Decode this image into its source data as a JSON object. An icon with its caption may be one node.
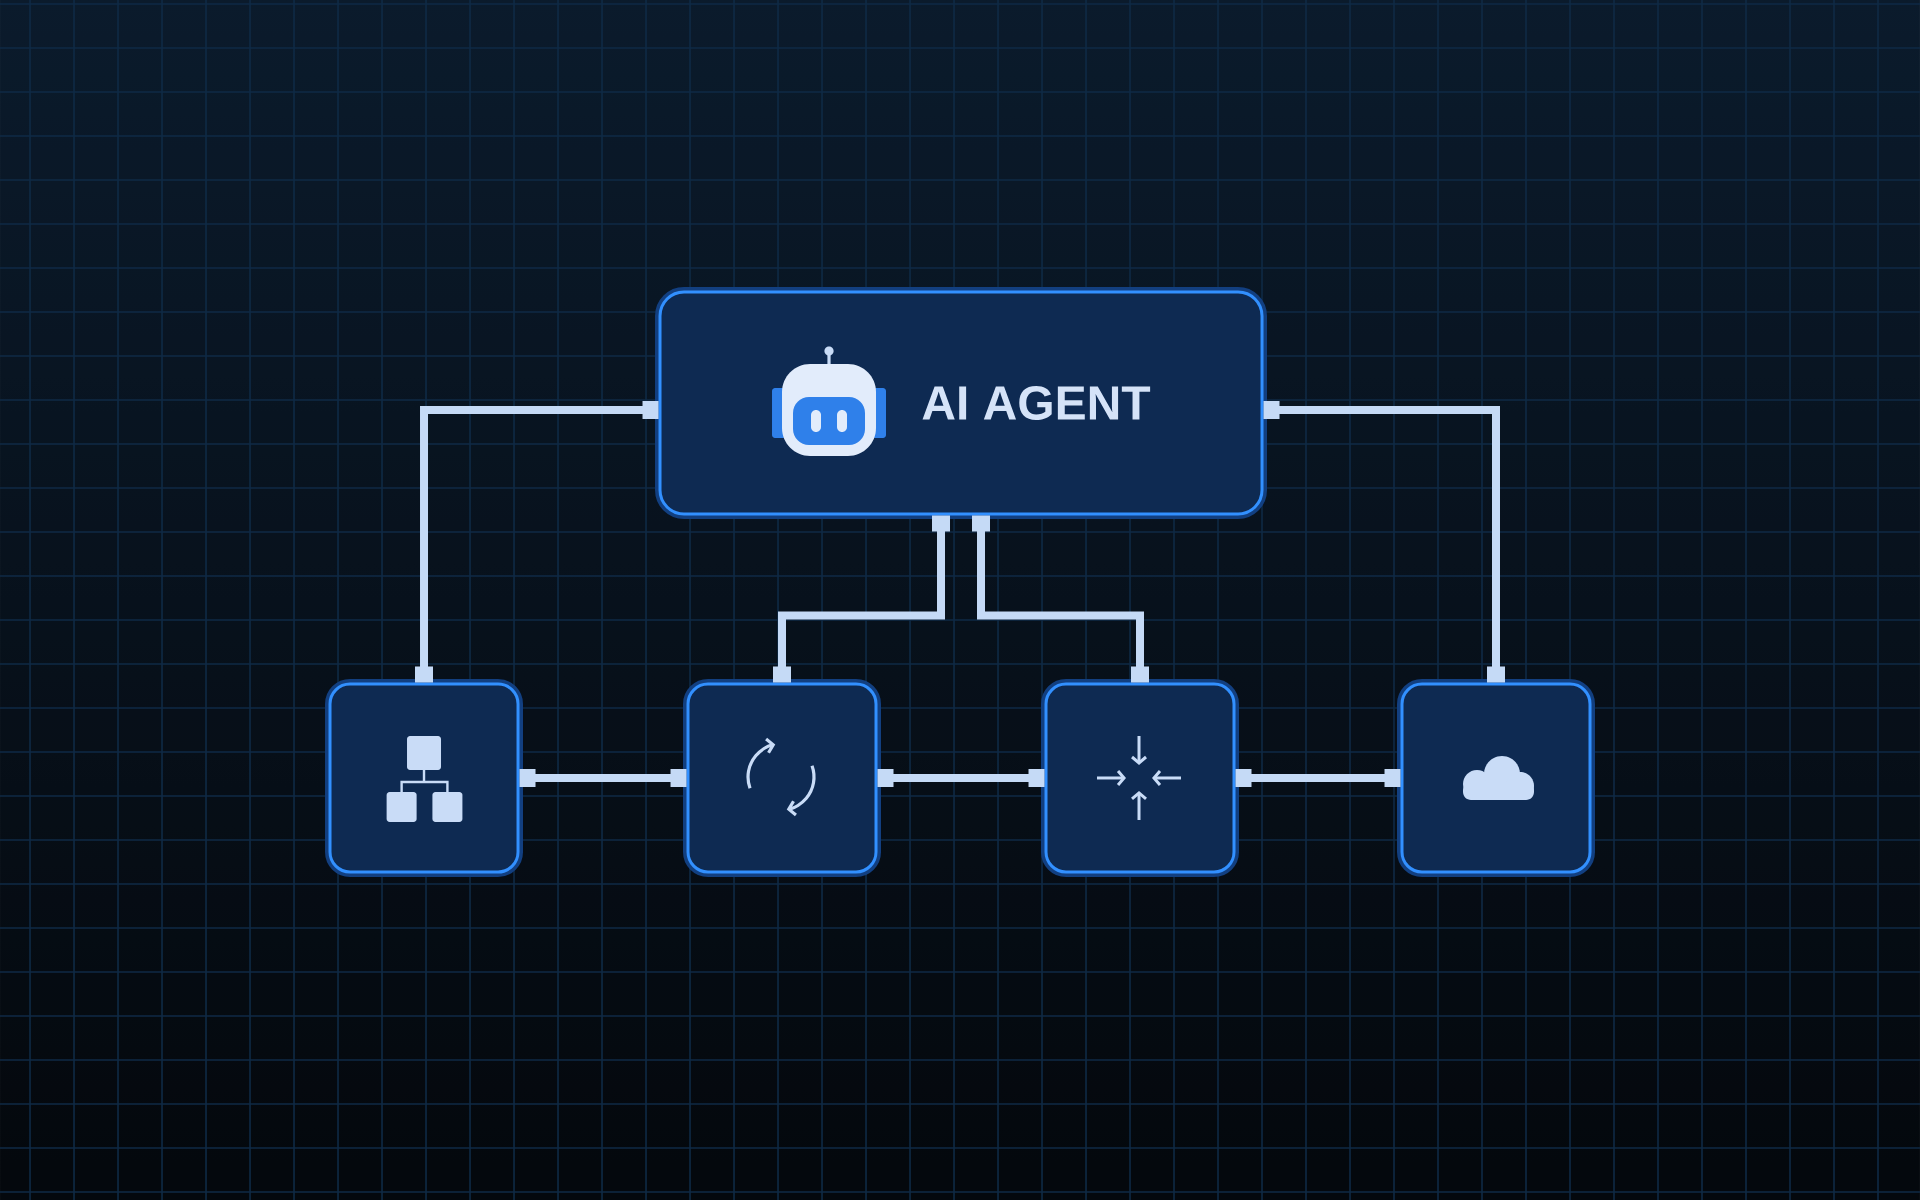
{
  "diagram": {
    "nodes": [
      {
        "text": [
          "AI AGENT"
        ]
      },
      {
        "text": [],
        "shape": "box"
      },
      {
        "text": [],
        "shape": "box"
      },
      {
        "text": [],
        "shape": "box"
      },
      {
        "text": [],
        "shape": "box"
      }
    ],
    "edges": [
      {
        "from": 0,
        "to": 1,
        "arrow": "other"
      },
      {
        "from": 0,
        "to": 2,
        "arrow": "other"
      },
      {
        "from": 0,
        "to": 3,
        "arrow": "other"
      },
      {
        "from": 0,
        "to": 4,
        "arrow": "other"
      },
      {
        "from": 1,
        "to": 2,
        "arrow": "other"
      },
      {
        "from": 2,
        "to": 3,
        "arrow": "other"
      },
      {
        "from": 3,
        "to": 4,
        "arrow": "other"
      }
    ]
  }
}
